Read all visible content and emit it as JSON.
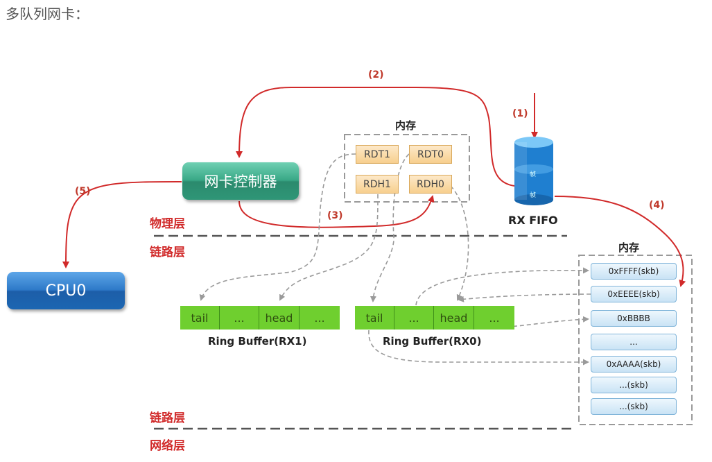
{
  "page_title": "多队列网卡：",
  "layers": {
    "physical": "物理层",
    "link_top": "链路层",
    "link_bottom": "链路层",
    "network": "网络层"
  },
  "steps": {
    "s1": "(1)",
    "s2": "(2)",
    "s3": "(3)",
    "s4": "(4)",
    "s5": "(5)"
  },
  "nic_controller": "网卡控制器",
  "cpu": "CPU0",
  "rx_fifo": {
    "label": "RX FIFO",
    "disk_marks": [
      "帧",
      "帧"
    ]
  },
  "register_memory": {
    "title": "内存",
    "registers": [
      "RDT1",
      "RDT0",
      "RDH1",
      "RDH0"
    ]
  },
  "ring_buffers": [
    {
      "label": "Ring Buffer(RX1)",
      "cells": [
        "tail",
        "...",
        "head",
        "..."
      ]
    },
    {
      "label": "Ring Buffer(RX0)",
      "cells": [
        "tail",
        "...",
        "head",
        "..."
      ]
    }
  ],
  "skb_memory": {
    "title": "内存",
    "slots": [
      "0xFFFF(skb)",
      "0xEEEE(skb)",
      "0xBBBB",
      "...",
      "0xAAAA(skb)",
      "...(skb)",
      "...(skb)"
    ]
  },
  "colors": {
    "arrow_red": "#d12a2a",
    "dashed_gray": "#9a9a9a",
    "ring_green": "#6fcf2f"
  }
}
